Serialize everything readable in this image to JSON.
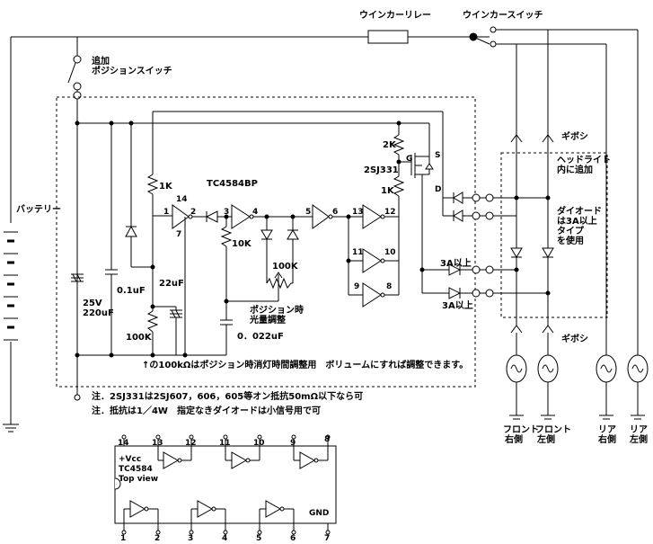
{
  "labels": {
    "winker_relay": "ウインカーリレー",
    "winker_switch": "ウインカースイッチ",
    "add_label": "追加",
    "position_switch": "ポジションスイッチ",
    "battery": "バッテリー",
    "gibosi_top": "ギボシ",
    "gibosi_bottom": "ギボシ",
    "headlight_line1": "ヘッドライト",
    "headlight_line2": "内に追加",
    "diode_line1": "ダイオード",
    "diode_line2": "は3A以上",
    "diode_line3": "タイプ",
    "diode_line4": "を使用",
    "amp_3a_upper": "3A以上",
    "amp_3a_lower": "3A以上",
    "ic_name": "TC4584BP",
    "r_2k": "2K",
    "q_name": "2SJ331",
    "r_1k_gate": "1K",
    "r_1k": "1K",
    "r_10k": "10K",
    "vr_100k": "100K",
    "r_100k": "100K",
    "cap_01uf": "0.1uF",
    "cap_22uf": "22uF",
    "cap_25v": "25V",
    "cap_220uf": "220uF",
    "cap_0022uf": "0．022uF",
    "pos_line1": "ポジション時",
    "pos_line2": "光量調整",
    "pin_14": "14",
    "pin_1": "1",
    "pin_2": "2",
    "pin_7": "7",
    "pin_3": "3",
    "pin_4": "4",
    "pin_5": "5",
    "pin_6": "6",
    "pin_13": "13",
    "pin_12": "12",
    "pin_11": "11",
    "pin_10": "10",
    "pin_9": "9",
    "pin_8": "8",
    "gate_g": "G",
    "gate_s": "S",
    "gate_d": "D",
    "note_main": "↑の100kΩはポジション時消灯時間調整用　ボリュームにすれば調整できます。",
    "note1": "注．2SJ331は2SJ607，606，605等オン抵抗50mΩ以下なら可",
    "note2": "注．抵抗は1／4W　指定なきダイオードは小信号用で可",
    "front_right_1": "フロント",
    "front_right_2": "右側",
    "front_left_1": "フロント",
    "front_left_2": "左側",
    "rear_right_1": "リア",
    "rear_right_2": "右側",
    "rear_left_1": "リア",
    "rear_left_2": "左側"
  },
  "pinout": {
    "top_pins": [
      "14",
      "13",
      "12",
      "11",
      "10",
      "9",
      "8"
    ],
    "bottom_pins": [
      "1",
      "2",
      "3",
      "4",
      "5",
      "6",
      "7"
    ],
    "vcc": "+Vcc",
    "chip": "TC4584",
    "view": "Top view",
    "gnd": "GND"
  }
}
